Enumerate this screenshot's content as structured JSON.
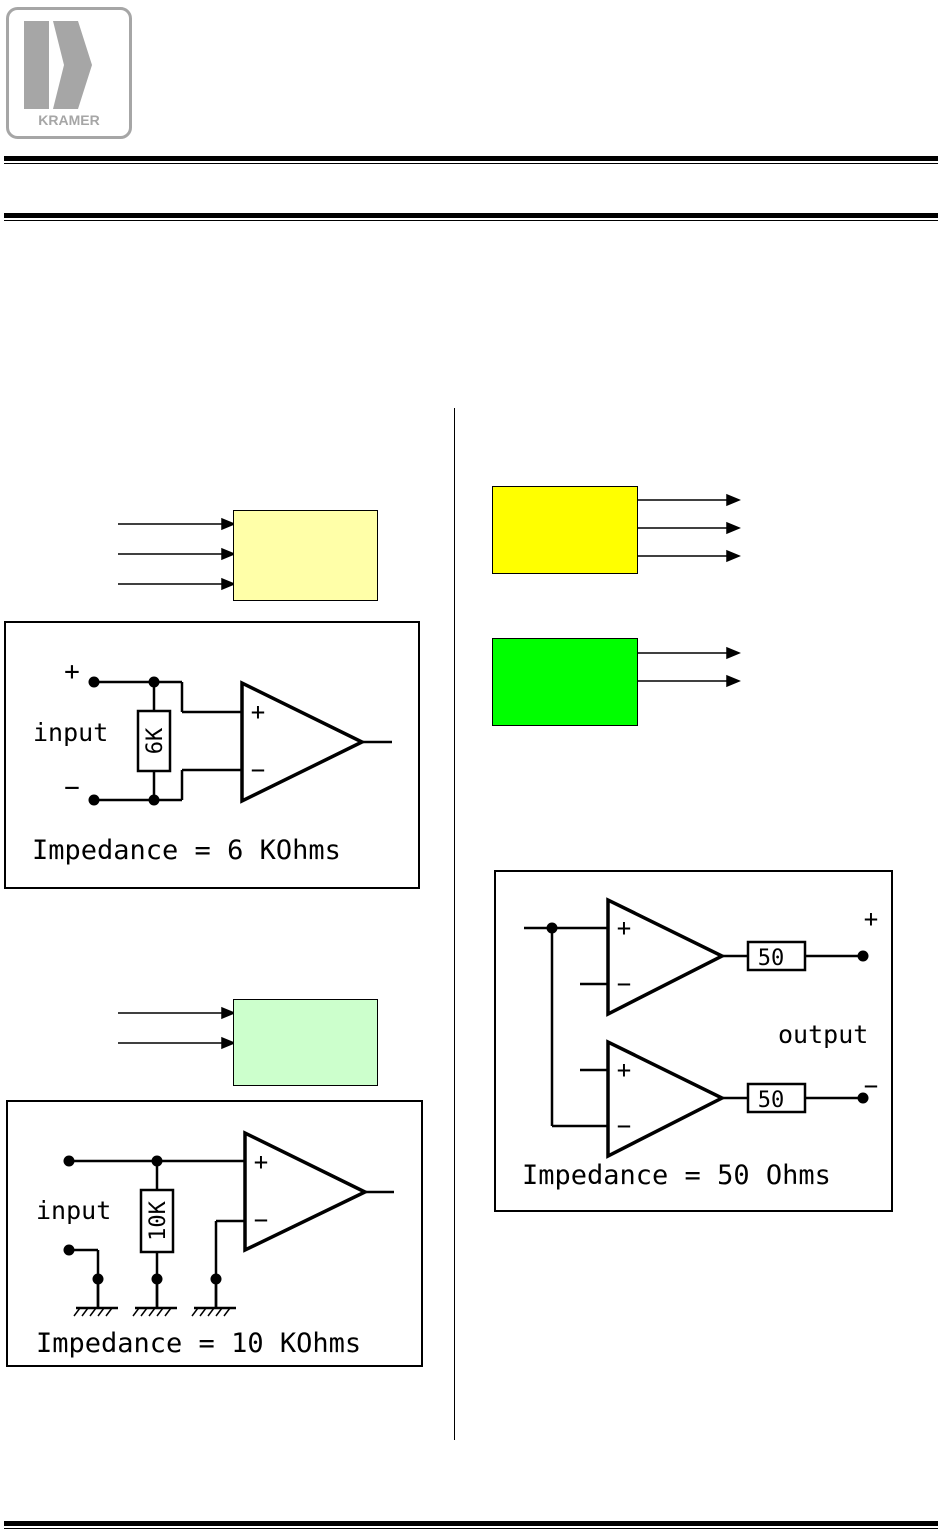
{
  "logo": {
    "brand": "KRAMER"
  },
  "colors": {
    "block_balanced_input": "#ffffa8",
    "block_unbalanced_input": "#ccffcc",
    "block_yellow_output": "#ffff00",
    "block_green_output": "#00ff00",
    "logo_gray": "#a6a6a6"
  },
  "panel_6k": {
    "plus": "+",
    "minus": "−",
    "input_label": "input",
    "resistor": "6K",
    "amp_plus": "+",
    "amp_minus": "−",
    "impedance": "Impedance = 6 KOhms"
  },
  "panel_10k": {
    "input_label": "input",
    "resistor": "10K",
    "amp_plus": "+",
    "amp_minus": "−",
    "impedance": "Impedance = 10 KOhms"
  },
  "panel_50": {
    "amp1_plus": "+",
    "amp1_minus": "−",
    "amp2_plus": "+",
    "amp2_minus": "−",
    "resistor_top": "50",
    "resistor_bottom": "50",
    "out_plus": "+",
    "out_minus": "−",
    "output_label": "output",
    "impedance": "Impedance = 50 Ohms"
  }
}
